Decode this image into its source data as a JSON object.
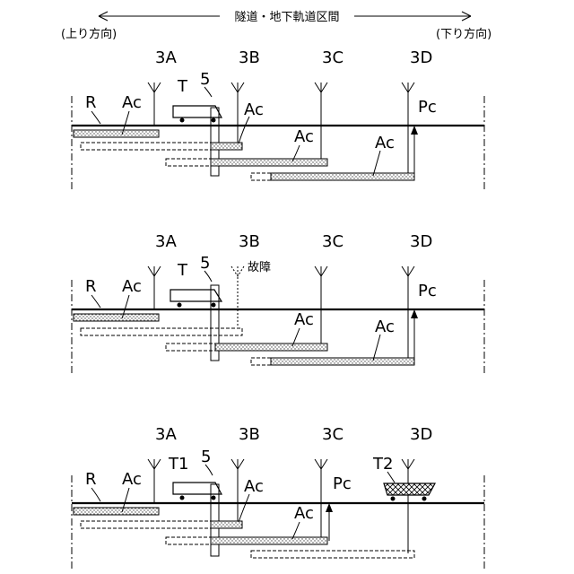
{
  "header": {
    "section": "隧道・地下軌道区間",
    "left": "(上り方向)",
    "right": "(下り方向)"
  },
  "panels": [
    {
      "antennas": [
        {
          "label": "3A"
        },
        {
          "label": "3B"
        },
        {
          "label": "3C"
        },
        {
          "label": "3D"
        }
      ],
      "labels": {
        "r": "R",
        "ac": "Ac",
        "pc": "Pc",
        "train": "T",
        "five": "5"
      }
    },
    {
      "antennas": [
        {
          "label": "3A"
        },
        {
          "label": "3B",
          "failed": true,
          "note": "故障"
        },
        {
          "label": "3C"
        },
        {
          "label": "3D"
        }
      ],
      "labels": {
        "r": "R",
        "ac": "Ac",
        "pc": "Pc",
        "train": "T",
        "five": "5"
      }
    },
    {
      "antennas": [
        {
          "label": "3A"
        },
        {
          "label": "3B"
        },
        {
          "label": "3C"
        },
        {
          "label": "3D"
        }
      ],
      "labels": {
        "r": "R",
        "ac": "Ac",
        "pc": "Pc",
        "train": "T1",
        "train2": "T2",
        "five": "5"
      }
    }
  ]
}
